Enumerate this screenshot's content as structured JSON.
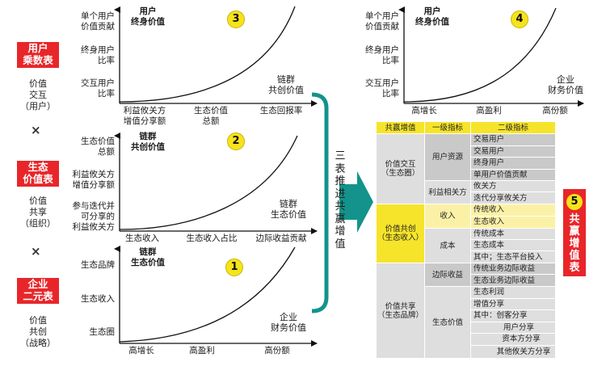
{
  "left_legend": [
    {
      "title": "用户\n乘数表",
      "sub": "价值\n交互\n（用户）"
    },
    {
      "title": "生态\n价值表",
      "sub": "价值\n共享\n（组织）"
    },
    {
      "title": "企业\n二元表",
      "sub": "价值\n共创\n（战略）"
    }
  ],
  "times_symbol": "×",
  "chart3": {
    "badge": "3",
    "yaxis": "用户\n终身价值",
    "curve_label": "链群\n共创价值",
    "yticks": [
      "单个用户\n价值贡献",
      "终身用户\n比率",
      "交互用户\n比率"
    ],
    "xticks": [
      "利益攸关方\n增值分享额",
      "生态价值\n总额",
      "生态回报率"
    ]
  },
  "chart2": {
    "badge": "2",
    "yaxis": "链群\n共创价值",
    "curve_label": "链群\n生态价值",
    "yticks": [
      "生态价值\n总额",
      "利益攸关方\n增值分享额",
      "参与迭代并\n可分享的\n利益攸关方"
    ],
    "xticks": [
      "生态收入",
      "生态收入占比",
      "边际收益贡献"
    ]
  },
  "chart1": {
    "badge": "1",
    "yaxis": "链群\n生态价值",
    "curve_label": "企业\n财务价值",
    "yticks": [
      "生态品牌",
      "生态收入",
      "生态圈"
    ],
    "xticks": [
      "高增长",
      "高盈利",
      "高份额"
    ]
  },
  "chart4": {
    "badge": "4",
    "yaxis": "用户\n终身价值",
    "curve_label": "企业\n财务价值",
    "yticks": [
      "单个用户\n价值贡献",
      "终身用户\n比率",
      "交互用户\n比率"
    ],
    "xticks": [
      "高增长",
      "高盈利",
      "高份额"
    ]
  },
  "center_text": "三表推进共赢增值",
  "table": {
    "headers": [
      "共赢增值",
      "一级指标",
      "二级指标"
    ],
    "groups": [
      {
        "name": "价值交互\n（生态圈）",
        "subs": [
          {
            "name": "用户资源",
            "items": [
              "交易用户",
              "交易用户",
              "终身用户",
              "单用户价值贡献"
            ]
          },
          {
            "name": "利益相关方",
            "items": [
              "攸关方",
              "迭代分享攸关方"
            ]
          }
        ]
      },
      {
        "name": "价值共创\n（生态收入）",
        "subs": [
          {
            "name": "收入",
            "items": [
              "传统收入",
              "生态收入"
            ]
          },
          {
            "name": "成本",
            "items": [
              "传统成本",
              "生态成本",
              "其中；生态平台投入"
            ]
          }
        ]
      },
      {
        "name": "价值共享\n（生态品牌）",
        "subs": [
          {
            "name": "边际收益",
            "items": [
              "传统业务边际收益",
              "生态业务边际收益"
            ]
          },
          {
            "name": "生态价值",
            "items": [
              "生态利润",
              "增值分享",
              "其中：创客分享",
              "用户分享",
              "资本方分享",
              "其他攸关方分享"
            ]
          }
        ]
      }
    ]
  },
  "right_badge": {
    "number": "5",
    "label": "共赢增值表"
  },
  "colors": {
    "red": "#e8262a",
    "teal": "#13938b",
    "yellow": "#f6e42a",
    "gray": "#c9c9c9"
  }
}
